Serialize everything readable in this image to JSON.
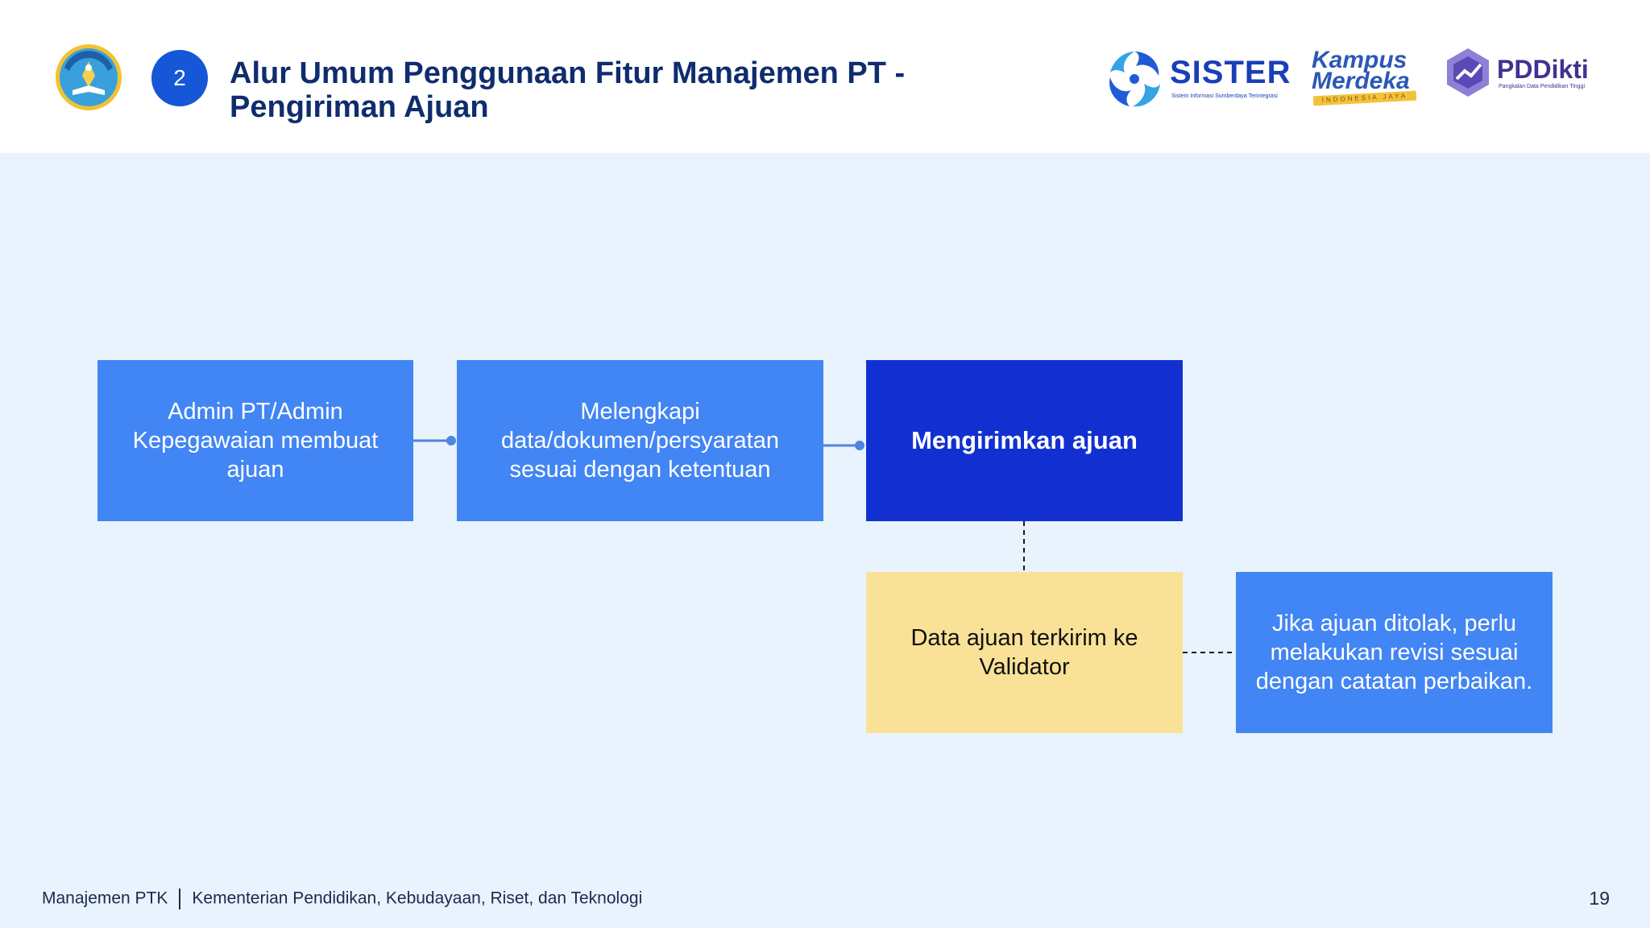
{
  "header": {
    "step_number": "2",
    "title": "Alur Umum Penggunaan Fitur Manajemen PT - Pengiriman Ajuan",
    "logos": {
      "sister": {
        "word": "SISTER",
        "tagline": "Sistem Informasi Sumberdaya Terintegrasi"
      },
      "kampus_merdeka": {
        "line1": "Kampus",
        "line2": "Merdeka",
        "band": "INDONESIA JAYA"
      },
      "pddikti": {
        "word": "PDDikti",
        "tagline": "Pangkalan Data Pendidikan Tinggi"
      }
    }
  },
  "flow": {
    "steps": [
      {
        "text": "Admin PT/Admin Kepegawaian membuat ajuan"
      },
      {
        "text": "Melengkapi data/dokumen/persyaratan sesuai dengan ketentuan"
      },
      {
        "text": "Mengirimkan ajuan"
      }
    ],
    "result": {
      "text": "Data ajuan terkirim ke Validator"
    },
    "note": {
      "text": "Jika ajuan ditolak, perlu melakukan revisi sesuai dengan catatan perbaikan."
    }
  },
  "colors": {
    "title": "#0f2c6e",
    "badge": "#1557d6",
    "box_blue": "#4285f4",
    "box_dark": "#1230d2",
    "box_yellow": "#f9e297",
    "canvas_bg": "#e8f3fd"
  },
  "footer": {
    "left": "Manajemen PTK",
    "right": "Kementerian Pendidikan, Kebudayaan, Riset, dan Teknologi",
    "page_number": "19"
  }
}
